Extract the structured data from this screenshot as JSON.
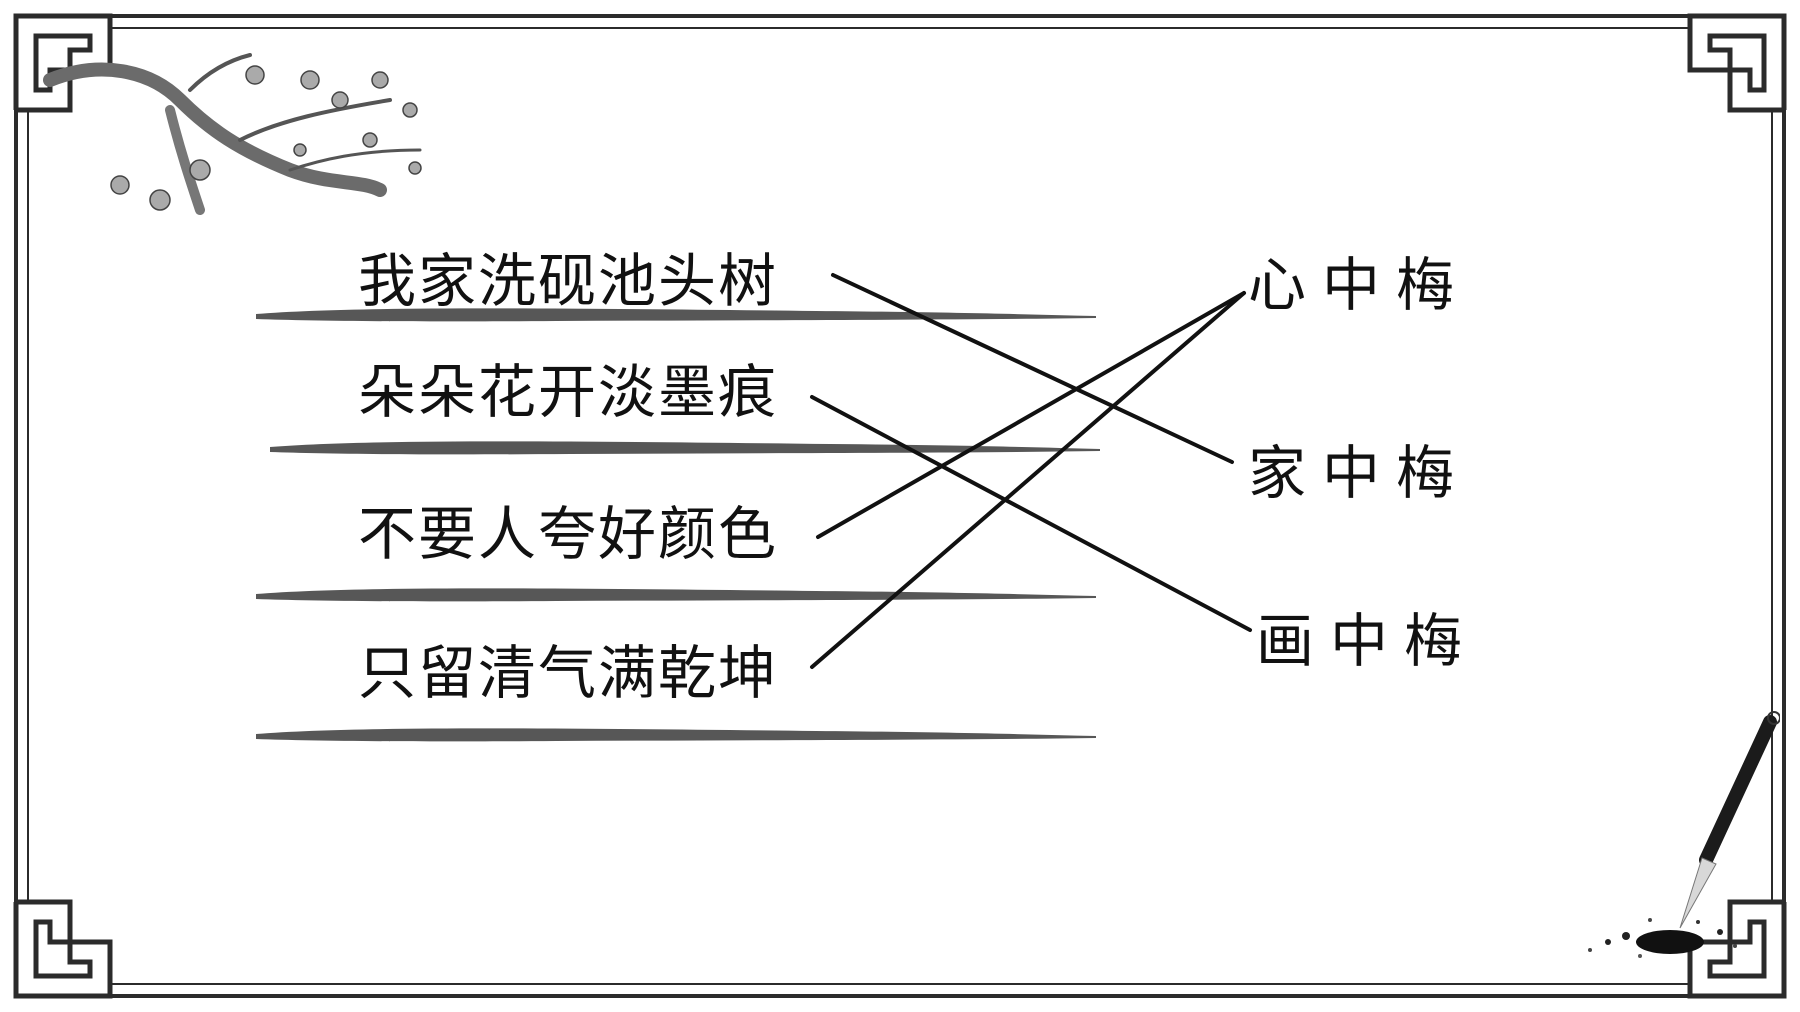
{
  "left_items": [
    {
      "text": "我家洗砚池头树"
    },
    {
      "text": "朵朵花开淡墨痕"
    },
    {
      "text": "不要人夸好颜色"
    },
    {
      "text": "只留清气满乾坤"
    }
  ],
  "right_items": [
    {
      "text": "心中梅"
    },
    {
      "text": "家中梅"
    },
    {
      "text": "画中梅"
    }
  ],
  "matches": [
    {
      "from": "我家洗砚池头树",
      "to": "家中梅"
    },
    {
      "from": "朵朵花开淡墨痕",
      "to": "画中梅"
    },
    {
      "from": "不要人夸好颜色",
      "to": "心中梅"
    },
    {
      "from": "只留清气满乾坤",
      "to": "心中梅"
    }
  ],
  "colors": {
    "ink": "#111111",
    "frame": "#2b2b2b",
    "brush": "#3a3a3a",
    "background": "#ffffff"
  },
  "icons": {
    "top_left": "plum-blossom-branch-icon",
    "bottom_right": "calligraphy-brush-icon",
    "corners": "chinese-fret-corner-icon"
  }
}
